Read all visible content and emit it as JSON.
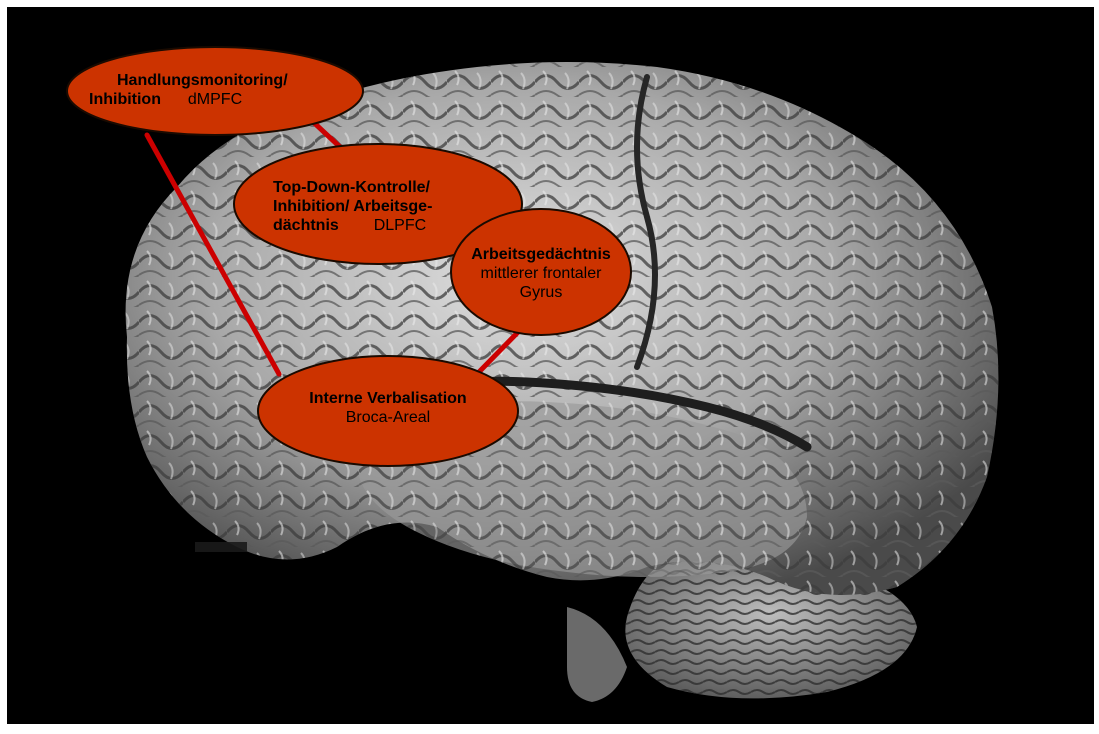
{
  "colors": {
    "background": "#000000",
    "bubble_fill": "#cc3300",
    "bubble_stroke": "#1a0a00",
    "connector": "#cc0000",
    "brain_light": "#d9d9d9",
    "brain_dark": "#3a3a3a"
  },
  "image": {
    "subject": "brain-lateral-view"
  },
  "regions": {
    "dmpfc": {
      "line1": "Handlungsmonitoring/",
      "line2_bold": "Inhibition",
      "line2_area": "dMPFC"
    },
    "dlpfc": {
      "line1": "Top-Down-Kontrolle/",
      "line2": "Inhibition/ Arbeitsge-",
      "line3_bold": "dächtnis",
      "line3_area": "DLPFC"
    },
    "mfg": {
      "line1": "Arbeitsgedächtnis",
      "line2": "mittlerer frontaler",
      "line3": "Gyrus"
    },
    "broca": {
      "line1": "Interne Verbalisation",
      "line2": "Broca-Areal"
    }
  }
}
